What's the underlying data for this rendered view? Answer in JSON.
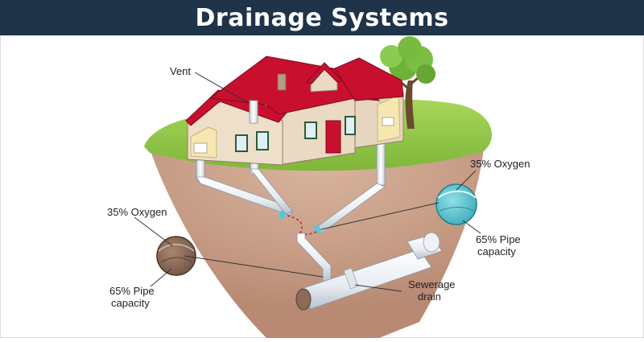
{
  "header": {
    "title": "Drainage Systems"
  },
  "labels": {
    "vent": "Vent",
    "left_oxygen": "35% Oxygen",
    "left_capacity_1": "65% Pipe",
    "left_capacity_2": "capacity",
    "right_oxygen": "35% Oxygen",
    "right_capacity_1": "65% Pipe",
    "right_capacity_2": "capacity",
    "sewer_1": "Sewerage",
    "sewer_2": "drain"
  },
  "colors": {
    "header_bg": "#1f3349",
    "roof": "#c8102e",
    "wall": "#e6d5bf",
    "grass": "#8cc63f",
    "soil": "#c9a088",
    "pipe": "#eef2f6",
    "water_cyan": "#5ec6d2",
    "soil_sample": "#8b6a57"
  }
}
